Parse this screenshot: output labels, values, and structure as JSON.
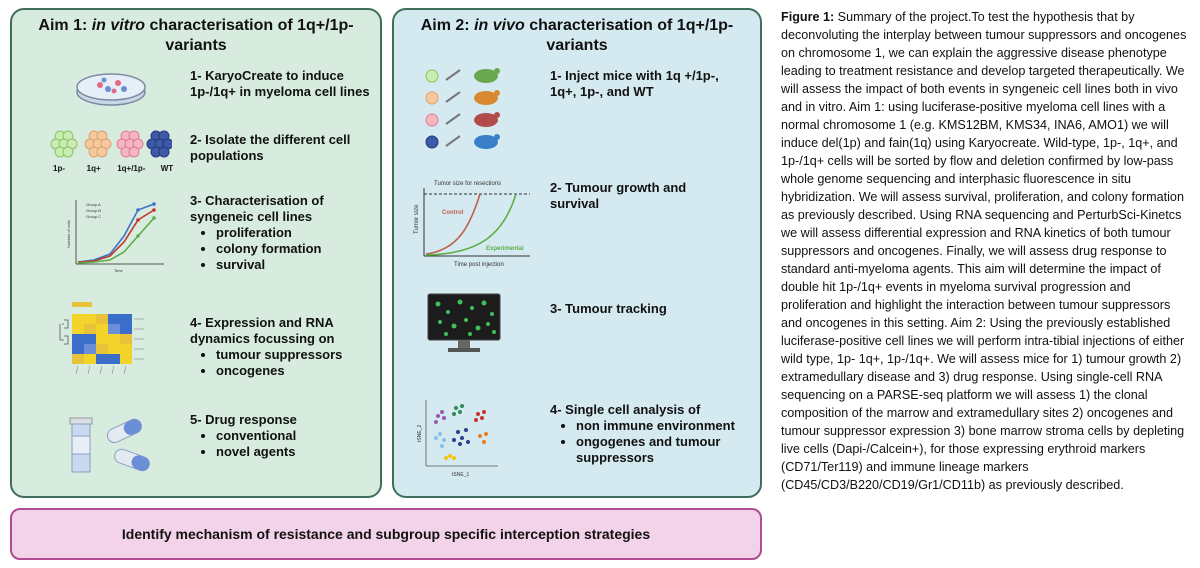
{
  "aim1": {
    "title_prefix": "Aim 1: ",
    "title_italic": "in vitro",
    "title_suffix": " characterisation of 1q+/1p-",
    "title_line2": "variants",
    "steps": [
      {
        "text": "1- KaryoCreate to induce 1p-/1q+ in myeloma cell lines",
        "bullets": []
      },
      {
        "text": "2- Isolate the different cell populations",
        "bullets": []
      },
      {
        "text": "3- Characterisation of syngeneic cell lines",
        "bullets": [
          "proliferation",
          "colony formation",
          "survival"
        ]
      },
      {
        "text": "4- Expression and RNA dynamics focussing on",
        "bullets": [
          "tumour suppressors",
          "oncogenes"
        ]
      },
      {
        "text": "5- Drug response",
        "bullets": [
          "conventional",
          "novel agents"
        ]
      }
    ],
    "cell_labels": [
      "1p-",
      "1q+",
      "1q+/1p-",
      "WT"
    ],
    "growth_legend": [
      "Group A",
      "Group B",
      "Group C"
    ],
    "growth_xlabel": "Time",
    "growth_ylabel": "Number of cells"
  },
  "aim2": {
    "title_prefix": "Aim 2: ",
    "title_italic": "in vivo",
    "title_suffix": " characterisation of 1q+/1p-",
    "title_line2": "variants",
    "steps": [
      {
        "text": "1- Inject mice with 1q +/1p-, 1q+, 1p-, and WT",
        "bullets": []
      },
      {
        "text": "2- Tumour growth and survival",
        "bullets": []
      },
      {
        "text": "3- Tumour tracking",
        "bullets": []
      },
      {
        "text": "4- Single cell analysis of",
        "bullets": [
          "non immune environment",
          "ongogenes and tumour suppressors"
        ]
      }
    ],
    "tumor_chart": {
      "title": "Tumor size for resections",
      "ylabel": "Tumor size",
      "xlabel": "Time post injection",
      "control_label": "Control",
      "experimental_label": "Experimental"
    },
    "tsne_xlabel": "tSNE_1",
    "tsne_ylabel": "tSNE_2"
  },
  "bottom_text": "Identify mechanism of resistance and subgroup specific interception strategies",
  "caption": {
    "label": "Figure 1:",
    "text": " Summary of the project.To test the hypothesis that by deconvoluting the interplay between tumour suppressors and oncogenes on chromosome 1, we can explain the aggressive disease phenotype leading to treatment resistance and develop targeted therapeutically. We will assess the impact of both events in syngeneic cell lines both in vivo and in vitro. Aim 1: using luciferase-positive myeloma cell lines with a normal chromosome 1 (e.g. KMS12BM, KMS34, INA6, AMO1) we will induce del(1p) and fain(1q) using Karyocreate. Wild-type, 1p-, 1q+, and 1p-/1q+ cells will be sorted by flow and deletion confirmed by low-pass whole genome sequencing and interphasic fluorescence in situ hybridization. We will assess survival, proliferation, and colony formation as previously described. Using RNA sequencing and PerturbSci-Kinetcs we will assess differential expression and RNA kinetics of both tumour suppressors and oncogenes. Finally, we will assess drug response to standard anti-myeloma agents. This aim will determine the impact of double hit 1p-/1q+ events in myeloma survival progression and proliferation and highlight the interaction between tumour suppressors and oncogenes in this setting. Aim 2: Using the previously established luciferase-positive cell lines we will perform intra-tibial injections of either wild type, 1p- 1q+, 1p-/1q+. We will assess mice for 1) tumour growth 2) extramedullary disease and 3) drug response. Using single-cell RNA sequencing on a PARSE-seq platform we will assess 1) the clonal composition of the marrow and extramedullary sites 2) oncogenes and tumour suppressor expression 3) bone marrow stroma cells by depleting live cells (Dapi-/Calcein+), for those expressing erythroid markers (CD71/Ter119) and immune lineage markers (CD45/CD3/B220/CD19/Gr1/CD11b) as previously described."
  },
  "colors": {
    "aim1_bg": "#d7ecdf",
    "aim2_bg": "#d5eaf0",
    "border": "#3f6f5a",
    "bottom_bg": "#f2d3e9",
    "bottom_border": "#b04c8f"
  }
}
